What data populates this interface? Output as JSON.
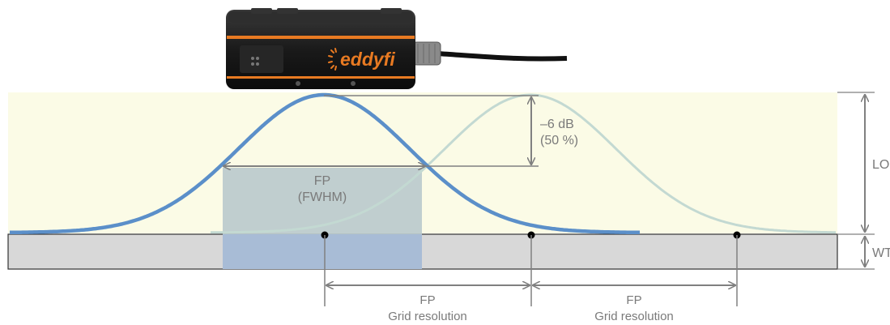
{
  "brand": {
    "name": "eddyfi"
  },
  "labels": {
    "attenuation_db": "–6 dB",
    "attenuation_pct": "(50 %)",
    "fp_main": "FP",
    "fp_sub": "(FWHM)",
    "grid_fp_1": "FP",
    "grid_res_1": "Grid resolution",
    "grid_fp_2": "FP",
    "grid_res_2": "Grid resolution",
    "lo": "LO",
    "wt": "WT"
  },
  "colors": {
    "lift_off_zone": "#fbfbe6",
    "plate": "#d8d8d8",
    "fwhm_box": "#b9c9cc",
    "fwhm_box_plate": "#a8bcd6",
    "curve_primary": "#5b8fc9",
    "curve_secondary": "#c3d9d2",
    "probe_body": "#1b1b1b",
    "probe_accent": "#e87a22",
    "dimension_lines": "#808080"
  }
}
